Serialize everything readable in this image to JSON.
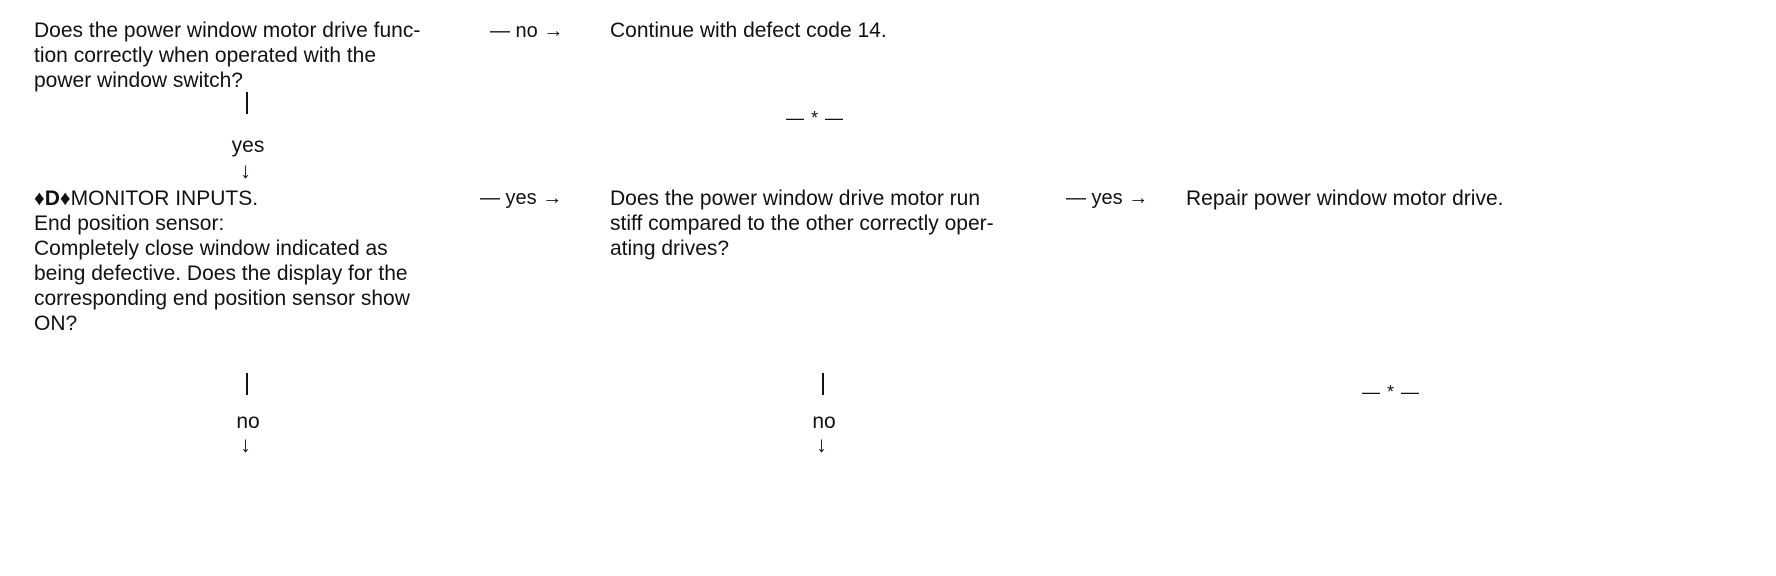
{
  "step1": {
    "question_lines": [
      "Does the power window motor drive func-",
      "tion correctly when operated with the",
      "power window switch?"
    ],
    "yes_label": "yes",
    "no_connector": "— no →",
    "no_result": "Continue with defect code 14.",
    "separator": "— * —"
  },
  "step2": {
    "marker": "♦D♦",
    "title": "MONITOR INPUTS.",
    "lines": [
      "End position sensor:",
      "Completely close window indicated as",
      "being defective. Does the display for the",
      "corresponding end position sensor show",
      "ON?"
    ],
    "yes_connector": "— yes →",
    "no_label": "no"
  },
  "step3": {
    "question_lines": [
      "Does the power window drive motor run",
      "stiff compared to the other correctly oper-",
      "ating drives?"
    ],
    "yes_connector": "— yes →",
    "no_label": "no",
    "yes_result": "Repair power window motor drive.",
    "separator": "— * —"
  }
}
